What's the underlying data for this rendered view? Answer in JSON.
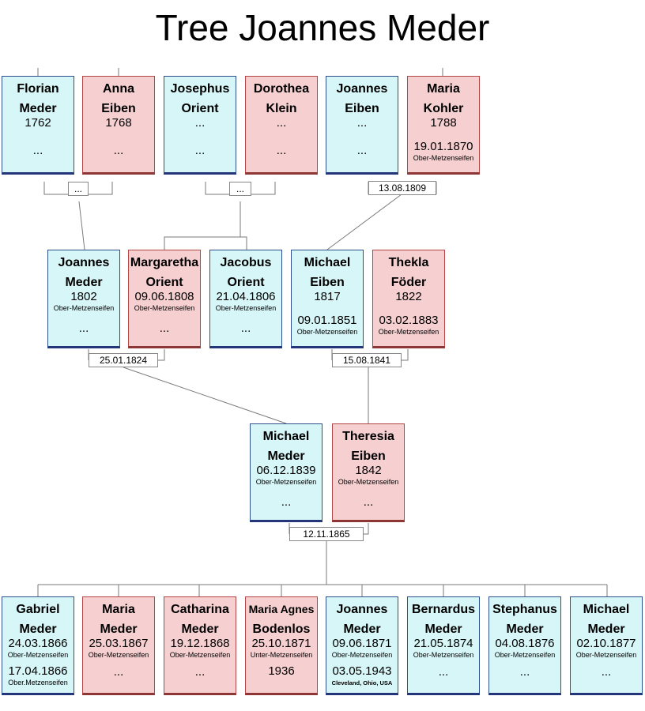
{
  "title": "Tree Joannes Meder",
  "colors": {
    "male_bg": "#d7f6f8",
    "female_bg": "#f6cfd0",
    "male_border": "#24357a",
    "female_border": "#8e3535"
  },
  "people": [
    {
      "id": "florian",
      "sex": "m",
      "name": [
        "Florian",
        "Meder"
      ],
      "birth": "1762",
      "birth_place": "",
      "death": "...",
      "death_place": ""
    },
    {
      "id": "anna",
      "sex": "f",
      "name": [
        "Anna",
        "Eiben"
      ],
      "birth": "1768",
      "birth_place": "",
      "death": "...",
      "death_place": ""
    },
    {
      "id": "josephus",
      "sex": "m",
      "name": [
        "Josephus",
        "Orient"
      ],
      "birth": "...",
      "birth_place": "",
      "death": "...",
      "death_place": ""
    },
    {
      "id": "dorothea",
      "sex": "f",
      "name": [
        "Dorothea",
        "Klein"
      ],
      "birth": "...",
      "birth_place": "",
      "death": "...",
      "death_place": ""
    },
    {
      "id": "joannes_eiben",
      "sex": "m",
      "name": [
        "Joannes",
        "Eiben"
      ],
      "birth": "...",
      "birth_place": "",
      "death": "...",
      "death_place": ""
    },
    {
      "id": "maria_kohler",
      "sex": "f",
      "name": [
        "Maria",
        "Kohler"
      ],
      "birth": "1788",
      "birth_place": "",
      "death": "19.01.1870",
      "death_place": "Ober-Metzenseifen"
    },
    {
      "id": "joannes_meder_1802",
      "sex": "m",
      "name": [
        "Joannes",
        "Meder"
      ],
      "birth": "1802",
      "birth_place": "Ober-Metzenseifen",
      "death": "...",
      "death_place": ""
    },
    {
      "id": "margaretha",
      "sex": "f",
      "name": [
        "Margaretha",
        "Orient"
      ],
      "birth": "09.06.1808",
      "birth_place": "Ober-Metzenseifen",
      "death": "...",
      "death_place": ""
    },
    {
      "id": "jacobus",
      "sex": "m",
      "name": [
        "Jacobus",
        "Orient"
      ],
      "birth": "21.04.1806",
      "birth_place": "Ober-Metzenseifen",
      "death": "...",
      "death_place": ""
    },
    {
      "id": "michael_eiben",
      "sex": "m",
      "name": [
        "Michael",
        "Eiben"
      ],
      "birth": "1817",
      "birth_place": "",
      "death": "09.01.1851",
      "death_place": "Ober-Metzenseifen"
    },
    {
      "id": "thekla",
      "sex": "f",
      "name": [
        "Thekla",
        "Föder"
      ],
      "birth": "1822",
      "birth_place": "",
      "death": "03.02.1883",
      "death_place": "Ober-Metzenseifen"
    },
    {
      "id": "michael_meder",
      "sex": "m",
      "name": [
        "Michael",
        "Meder"
      ],
      "birth": "06.12.1839",
      "birth_place": "Ober-Metzenseifen",
      "death": "...",
      "death_place": ""
    },
    {
      "id": "theresia",
      "sex": "f",
      "name": [
        "Theresia",
        "Eiben"
      ],
      "birth": "1842",
      "birth_place": "Ober-Metzenseifen",
      "death": "...",
      "death_place": ""
    },
    {
      "id": "gabriel",
      "sex": "m",
      "name": [
        "Gabriel",
        "Meder"
      ],
      "birth": "24.03.1866",
      "birth_place": "Ober-Metzenseifen",
      "death": "17.04.1866",
      "death_place": "Ober.Metzenseifen"
    },
    {
      "id": "maria_meder",
      "sex": "f",
      "name": [
        "Maria",
        "Meder"
      ],
      "birth": "25.03.1867",
      "birth_place": "Ober-Metzenseifen",
      "death": "...",
      "death_place": ""
    },
    {
      "id": "catharina",
      "sex": "f",
      "name": [
        "Catharina",
        "Meder"
      ],
      "birth": "19.12.1868",
      "birth_place": "Ober-Metzenseifen",
      "death": "...",
      "death_place": ""
    },
    {
      "id": "maria_agnes",
      "sex": "f",
      "name": [
        "Maria Agnes",
        "Bodenlos"
      ],
      "birth": "25.10.1871",
      "birth_place": "Unter-Metzenseifen",
      "death": "1936",
      "death_place": ""
    },
    {
      "id": "joannes_meder_1871",
      "sex": "m",
      "name": [
        "Joannes",
        "Meder"
      ],
      "birth": "09.06.1871",
      "birth_place": "Ober-Metzenseifen",
      "death": "03.05.1943",
      "death_place": "Cleveland, Ohio, USA"
    },
    {
      "id": "bernardus",
      "sex": "m",
      "name": [
        "Bernardus",
        "Meder"
      ],
      "birth": "21.05.1874",
      "birth_place": "Ober-Metzenseifen",
      "death": "...",
      "death_place": ""
    },
    {
      "id": "stephanus",
      "sex": "m",
      "name": [
        "Stephanus",
        "Meder"
      ],
      "birth": "04.08.1876",
      "birth_place": "Ober-Metzenseifen",
      "death": "...",
      "death_place": ""
    },
    {
      "id": "michael_1877",
      "sex": "m",
      "name": [
        "Michael",
        "Meder"
      ],
      "birth": "02.10.1877",
      "birth_place": "Ober-Metzenseifen",
      "death": "...",
      "death_place": ""
    }
  ],
  "marriages": [
    {
      "id": "m_florian_anna",
      "date": "..."
    },
    {
      "id": "m_josephus_dorothea",
      "date": "..."
    },
    {
      "id": "m_joannes_maria",
      "date": "13.08.1809"
    },
    {
      "id": "m_joannes_margaretha",
      "date": "25.01.1824"
    },
    {
      "id": "m_michael_thekla",
      "date": "15.08.1841"
    },
    {
      "id": "m_michael_theresia",
      "date": "12.11.1865"
    }
  ]
}
